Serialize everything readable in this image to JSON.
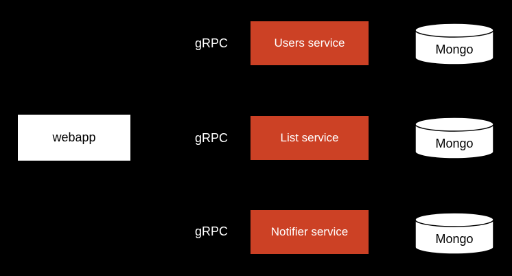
{
  "diagram": {
    "type": "architecture-diagram",
    "webapp": {
      "label": "webapp"
    },
    "rows": [
      {
        "protocol": "gRPC",
        "service": "Users service",
        "database": "Mongo"
      },
      {
        "protocol": "gRPC",
        "service": "List service",
        "database": "Mongo"
      },
      {
        "protocol": "gRPC",
        "service": "Notifier service",
        "database": "Mongo"
      }
    ]
  },
  "colors": {
    "canvas_bg": "#000000",
    "node_fill": "#ffffff",
    "node_text": "#000000",
    "service_fill": "#cc4125",
    "service_text": "#ffffff",
    "protocol_text": "#ffffff",
    "db_fill": "#ffffff",
    "db_stroke": "#000000",
    "db_text": "#000000"
  }
}
